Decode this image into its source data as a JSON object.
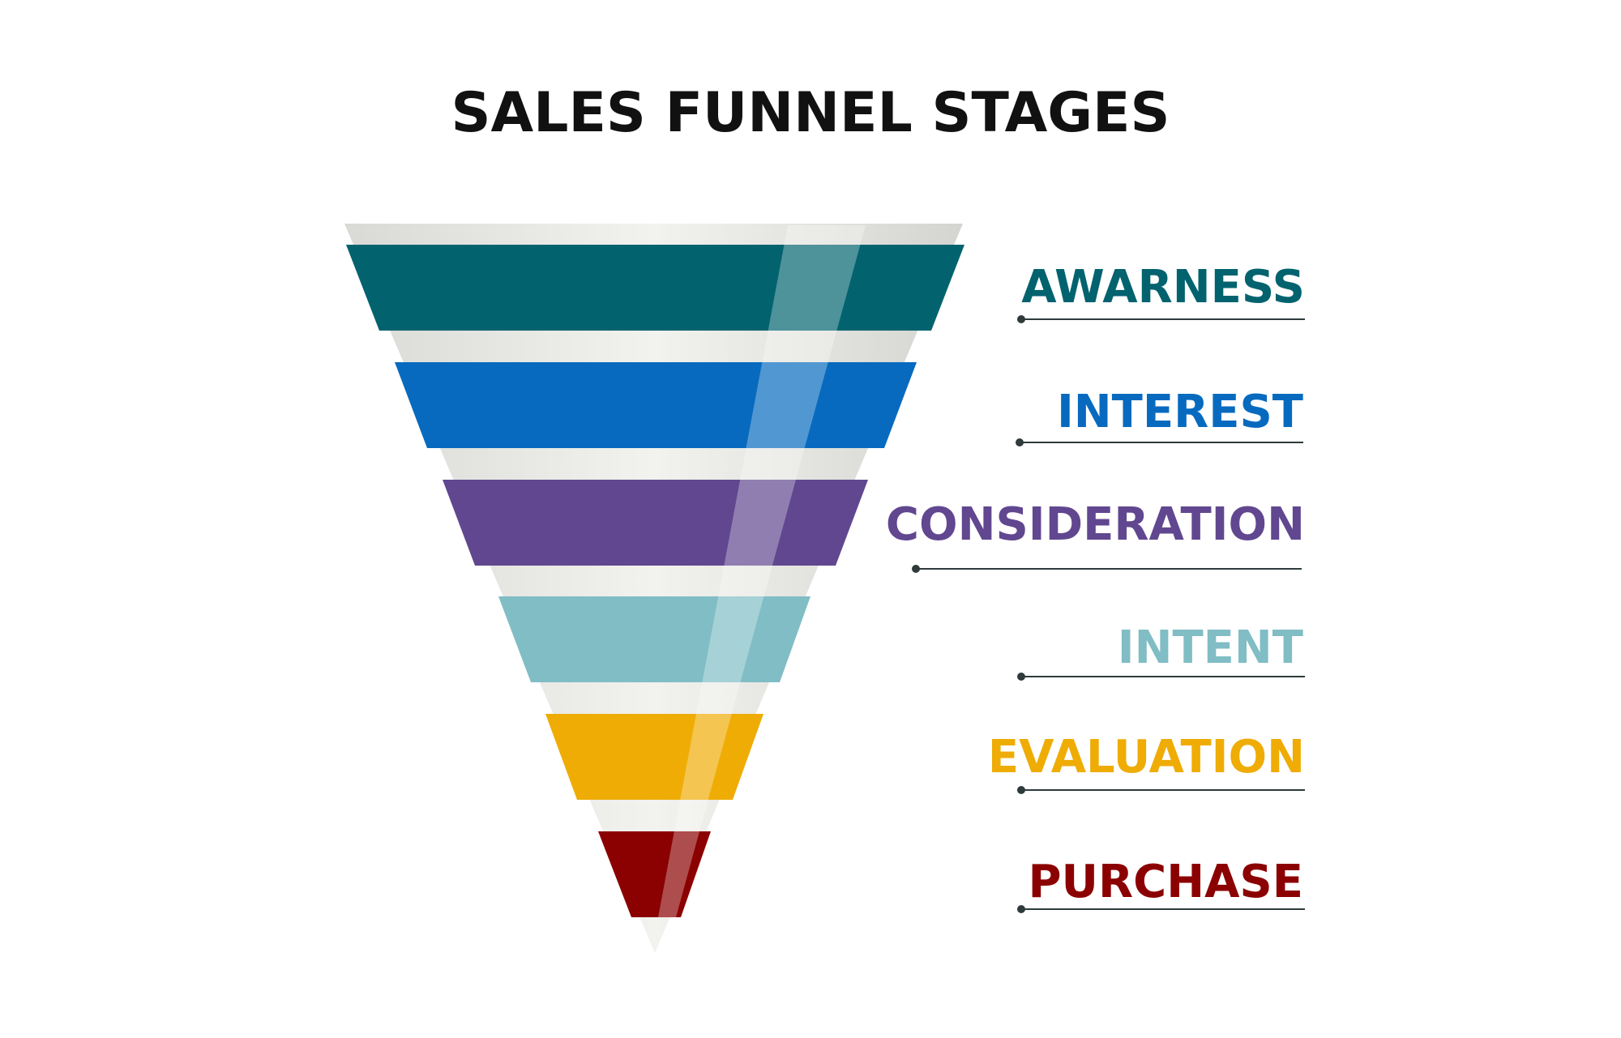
{
  "title": "SALES FUNNEL STAGES",
  "stages": [
    {
      "label": "AWARNESS",
      "color": "#02636f"
    },
    {
      "label": "INTEREST",
      "color": "#076abf"
    },
    {
      "label": "CONSIDERATION",
      "color": "#61478f"
    },
    {
      "label": "INTENT",
      "color": "#80bdc5"
    },
    {
      "label": "EVALUATION",
      "color": "#efac05"
    },
    {
      "label": "PURCHASE",
      "color": "#8b0000"
    }
  ],
  "colors": {
    "title": "#111111",
    "gap_band": "#dededa",
    "leader_line": "#2e3a3b"
  }
}
